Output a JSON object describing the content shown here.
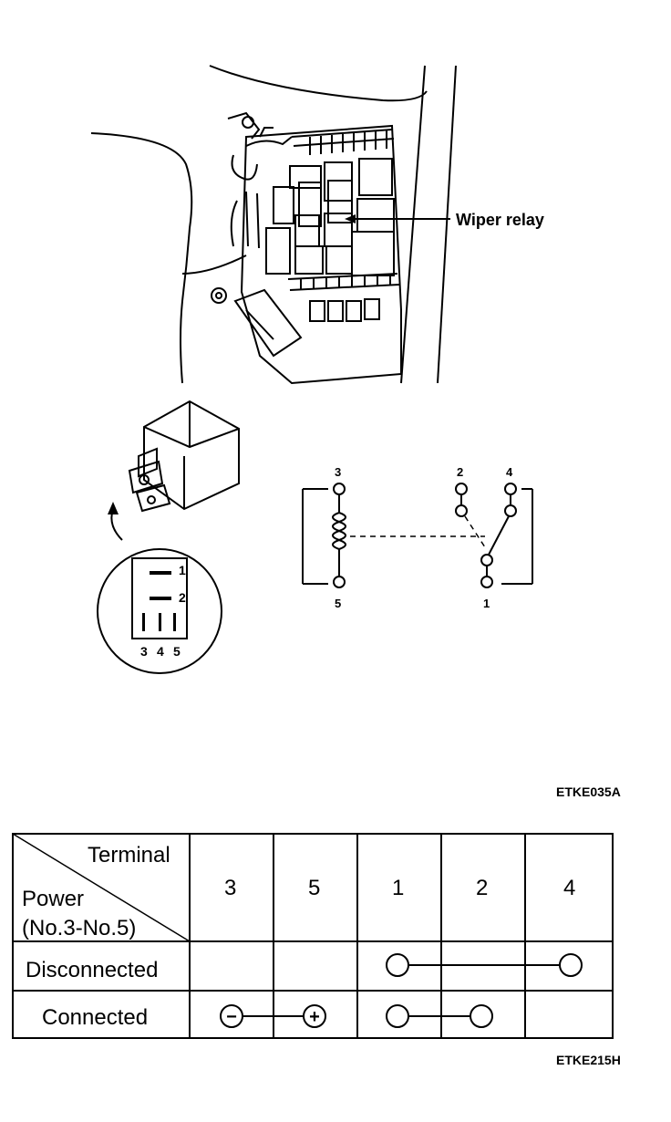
{
  "callout": {
    "wiper_relay": "Wiper relay"
  },
  "relay_pins": [
    "1",
    "2",
    "3",
    "4",
    "5"
  ],
  "schematic_terminals": {
    "t3": "3",
    "t2": "2",
    "t4": "4",
    "t5": "5",
    "t1": "1"
  },
  "figure_codes": {
    "top": "ETKE035A",
    "bottom": "ETKE215H"
  },
  "table": {
    "corner_terminal": "Terminal",
    "corner_power_1": "Power",
    "corner_power_2": "(No.3-No.5)",
    "columns": [
      "3",
      "5",
      "1",
      "2",
      "4"
    ],
    "rows": [
      {
        "label": "Disconnected",
        "connection": [
          "1",
          "4"
        ]
      },
      {
        "label": "Connected",
        "polarity": {
          "3": "−",
          "5": "+"
        },
        "connection": [
          "1",
          "2"
        ]
      }
    ]
  }
}
